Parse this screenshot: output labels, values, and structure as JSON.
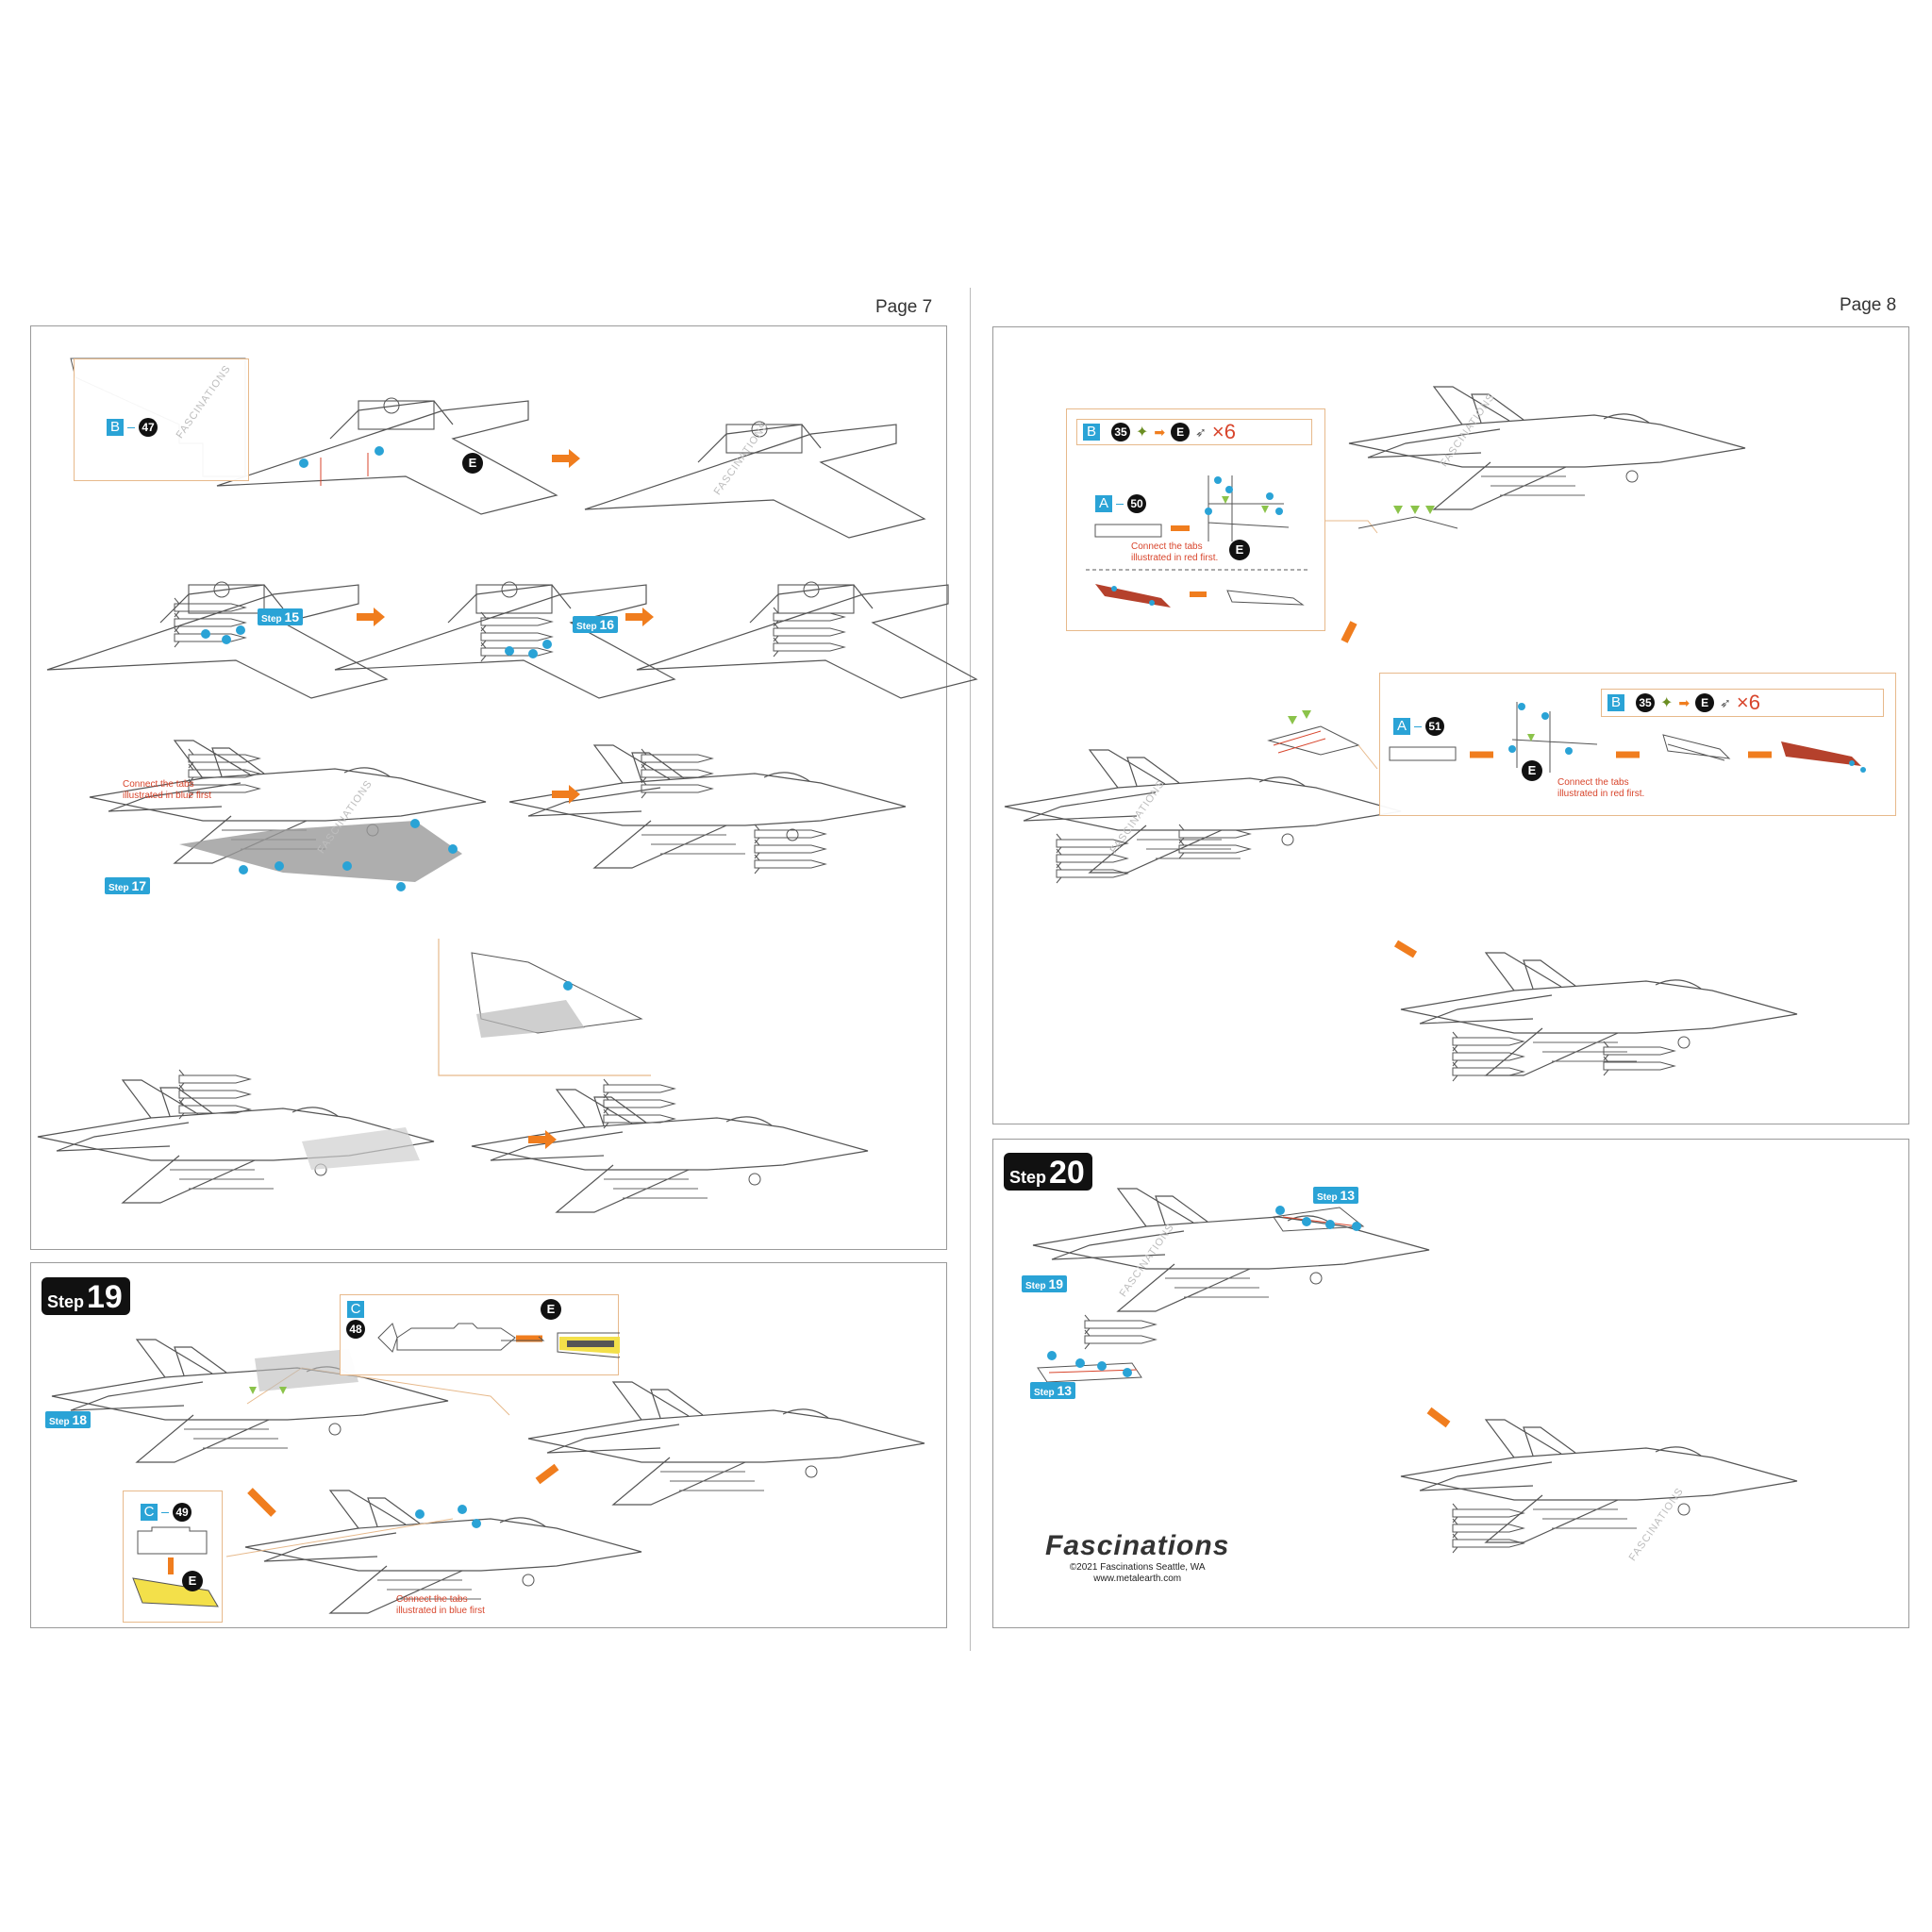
{
  "pages": {
    "left": {
      "label": "Page 7"
    },
    "right": {
      "label": "Page 8"
    }
  },
  "steps": {
    "s15": {
      "word": "Step",
      "num": "15"
    },
    "s16": {
      "word": "Step",
      "num": "16"
    },
    "s17": {
      "word": "Step",
      "num": "17"
    },
    "s18": {
      "word": "Step",
      "num": "18"
    },
    "s19": {
      "word": "Step",
      "num": "19"
    },
    "s19b": {
      "word": "Step",
      "num": "19"
    },
    "s20": {
      "word": "Step",
      "num": "20"
    },
    "s13a": {
      "word": "Step",
      "num": "13"
    },
    "s13b": {
      "word": "Step",
      "num": "13"
    }
  },
  "notes": {
    "blue_first_1": "Connect the tabs illustrated in blue first",
    "blue_first_2": "Connect the tabs illustrated in blue first",
    "red_first_1": "Connect the tabs illustrated in red first.",
    "red_first_2": "Connect the tabs illustrated in red first."
  },
  "parts": {
    "b47": {
      "letter": "B",
      "num": "47"
    },
    "c48": {
      "letter": "C",
      "num": "48"
    },
    "c49": {
      "letter": "C",
      "num": "49"
    },
    "b35a": {
      "letter": "B",
      "num": "35"
    },
    "a50": {
      "letter": "A",
      "num": "50"
    },
    "a51": {
      "letter": "A",
      "num": "51"
    },
    "b35b": {
      "letter": "B",
      "num": "35"
    },
    "e": "E",
    "times6": "×6"
  },
  "watermark": "FASCINATIONS",
  "logo": {
    "brand": "Fascinations",
    "copyright": "©2021 Fascinations Seattle, WA",
    "url": "www.metalearth.com"
  },
  "colors": {
    "accent_blue": "#2aa3d6",
    "arrow_orange": "#f07d1e",
    "note_red": "#d8452c",
    "frame_tan": "#e7b98b",
    "highlight_yellow": "#f3e04a"
  }
}
